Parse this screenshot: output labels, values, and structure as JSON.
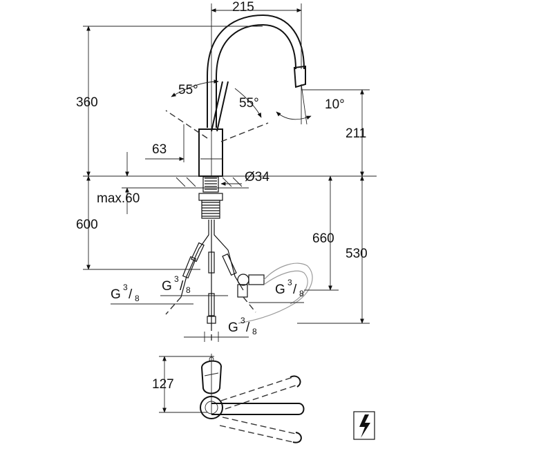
{
  "dimensions": {
    "spout_reach": "215",
    "height_total": "360",
    "lever_angle_left": "55°",
    "lever_angle_right": "55°",
    "spout_angle": "10°",
    "spout_height": "211",
    "lever_clearance": "63",
    "hole_diameter": "Ø34",
    "max_deck": "max.60",
    "hose_length": "600",
    "hose_drop": "660",
    "under_counter": "530",
    "top_view_depth": "127"
  },
  "threads": [
    {
      "prefix": "G",
      "num": "3",
      "den": "8"
    },
    {
      "prefix": "G",
      "num": "3",
      "den": "8"
    },
    {
      "prefix": "G",
      "num": "3",
      "den": "8"
    },
    {
      "prefix": "G",
      "num": "3",
      "den": "8"
    }
  ],
  "icons": {
    "electric_symbol": "lightning-bolt-icon"
  }
}
